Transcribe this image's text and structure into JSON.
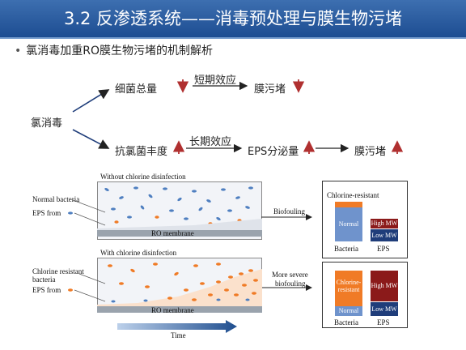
{
  "slide": {
    "title": "3.2 反渗透系统——消毒预处理与膜生物污堵",
    "bullet": "氯消毒加重RO膜生物污堵的机制解析"
  },
  "flow": {
    "root": "氯消毒",
    "upper": {
      "start": "细菌总量",
      "label": "短期效应",
      "end": "膜污堵"
    },
    "lower": {
      "start": "抗氯菌丰度",
      "label": "长期效应",
      "middle": "EPS分泌量",
      "end": "膜污堵"
    }
  },
  "figure": {
    "top_caption": "Without chlorine disinfection",
    "top_legend_bacteria": "Normal bacteria",
    "top_legend_eps": "EPS from",
    "top_membrane": "RO membrane",
    "top_outcome": "Biofouling",
    "bottom_caption": "With chlorine disinfection",
    "bottom_legend_bacteria_1": "Chlorine resistant",
    "bottom_legend_bacteria_2": "bacteria",
    "bottom_legend_eps": "EPS from",
    "bottom_membrane": "RO membrane",
    "bottom_outcome_1": "More severe",
    "bottom_outcome_2": "biofouling",
    "time_label": "Time",
    "bar_top": {
      "header": "Chlorine-resistant",
      "normal": "Normal",
      "high_mw": "High MW",
      "low_mw": "Low MW",
      "x1": "Bacteria",
      "x2": "EPS"
    },
    "bar_bottom": {
      "chlorine": "Chlorine-",
      "resistant": "resistant",
      "normal": "Normal",
      "high_mw": "High MW",
      "low_mw": "Low MW",
      "x1": "Bacteria",
      "x2": "EPS"
    },
    "colors": {
      "orange": "#f07b26",
      "blue": "#4f7fc0",
      "darkred": "#8b1a1a",
      "navy": "#1f3d7a",
      "membrane": "#9aa3ad"
    }
  }
}
